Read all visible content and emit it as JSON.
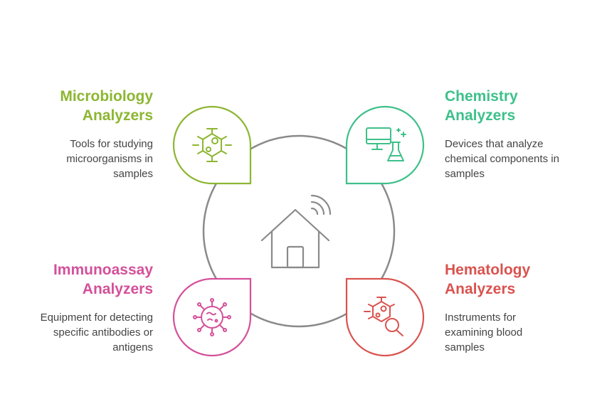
{
  "colors": {
    "microbiology": "#8cb631",
    "chemistry": "#3ec08a",
    "immunoassay": "#d4509a",
    "hematology": "#d9534f",
    "hub": "#8a8a8a"
  },
  "hub": {
    "icon": "smart-home-icon"
  },
  "items": [
    {
      "key": "microbiology",
      "title": [
        "Microbiology",
        "Analyzers"
      ],
      "description": [
        "Tools for studying",
        "microorganisms in",
        "samples"
      ],
      "icon": "microorganism-cell-icon"
    },
    {
      "key": "chemistry",
      "title": [
        "Chemistry",
        "Analyzers"
      ],
      "description": [
        "Devices that analyze",
        "chemical components in",
        "samples"
      ],
      "icon": "computer-flask-icon"
    },
    {
      "key": "immunoassay",
      "title": [
        "Immunoassay",
        "Analyzers"
      ],
      "description": [
        "Equipment for detecting",
        "specific antibodies or",
        "antigens"
      ],
      "icon": "virus-icon"
    },
    {
      "key": "hematology",
      "title": [
        "Hematology",
        "Analyzers"
      ],
      "description": [
        "Instruments for",
        "examining blood",
        "samples"
      ],
      "icon": "cell-magnifier-icon"
    }
  ]
}
